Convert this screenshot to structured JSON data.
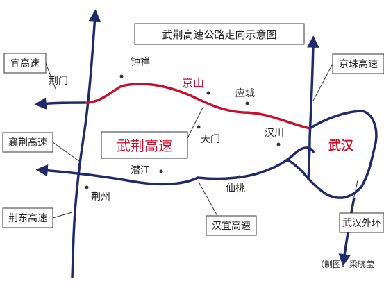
{
  "map": {
    "title": "武荆高速公路走向示意图",
    "credit": "（制图：梁晓莹",
    "highlight_label": "武荆高速",
    "colors": {
      "route_highlight": "#c8102e",
      "road": "#1f2a6b",
      "text": "#222222"
    },
    "roads": {
      "jingyi": "宜高速",
      "xiangjing": "襄荆高速",
      "jingdong": "荆东高速",
      "jingzhu": "京珠高速",
      "hanyi": "汉宜高速",
      "wuhan_outer": "武汉外环"
    },
    "cities": {
      "jingmen": "荆门",
      "zhongxiang": "钟祥",
      "jingshan": "京山",
      "yingcheng": "应城",
      "tianmen": "天门",
      "hanchuan": "汉川",
      "wuhan": "武汉",
      "qianjiang": "潜江",
      "xiantao": "仙桃",
      "jingzhou": "荆州"
    }
  }
}
